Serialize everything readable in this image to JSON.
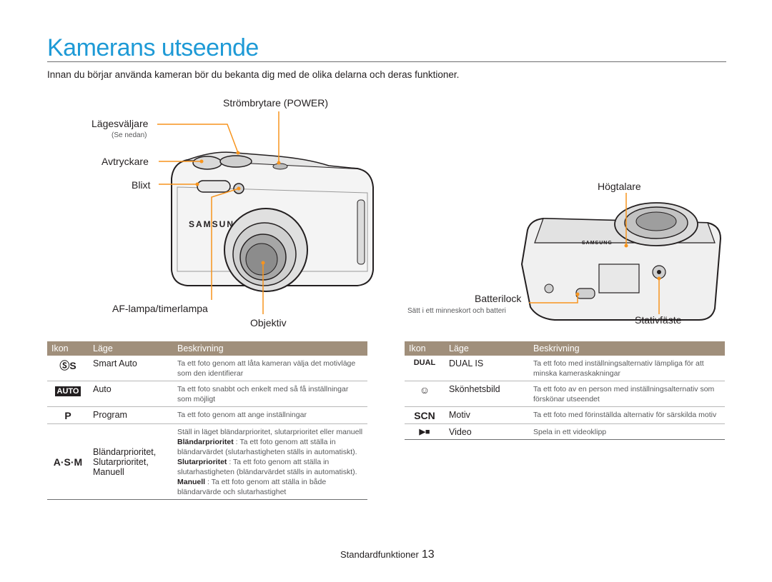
{
  "title": "Kamerans utseende",
  "intro": "Innan du börjar använda kameran bör du bekanta dig med de olika delarna och deras funktioner.",
  "front_labels": {
    "power": "Strömbrytare (POWER)",
    "mode_dial": "Lägesväljare",
    "mode_dial_note": "(Se nedan)",
    "shutter": "Avtryckare",
    "flash": "Blixt",
    "af_lamp": "AF-lampa/timerlampa",
    "lens": "Objektiv",
    "brand": "SAMSUNG"
  },
  "back_labels": {
    "speaker": "Högtalare",
    "battery_lock": "Batterilock",
    "battery_note": "Sätt i ett minneskort och batteri",
    "tripod": "Stativfäste"
  },
  "table_headers": {
    "icon": "Ikon",
    "mode": "Läge",
    "desc": "Beskrivning"
  },
  "left_table": [
    {
      "icon": "ⓈS",
      "mode": "Smart Auto",
      "desc": "Ta ett foto genom att låta kameran välja det motivläge som den identifierar"
    },
    {
      "icon": "AUTO",
      "mode": "Auto",
      "desc": "Ta ett foto snabbt och enkelt med så få inställningar som möjligt"
    },
    {
      "icon": "P",
      "mode": "Program",
      "desc": "Ta ett foto genom att ange inställningar"
    },
    {
      "icon": "A·S·M",
      "mode": "Bländarprioritet, Slutarprioritet, Manuell",
      "desc_intro": "Ställ in läget bländarprioritet, slutarprioritet eller manuell",
      "aperture_label": "Bländarprioritet",
      "aperture_text": " : Ta ett foto genom att ställa in bländarvärdet (slutarhastigheten ställs in automatiskt).",
      "shutter_label": "Slutarprioritet",
      "shutter_text": " : Ta ett foto genom att ställa in slutarhastigheten (bländarvärdet ställs in automatiskt).",
      "manual_label": "Manuell",
      "manual_text": " : Ta ett foto genom att ställa in både bländarvärde och slutarhastighet"
    }
  ],
  "right_table": [
    {
      "icon": "DUAL",
      "mode": "DUAL IS",
      "desc": "Ta ett foto med inställningsalternativ lämpliga för att minska kameraskakningar"
    },
    {
      "icon": "☺",
      "mode": "Skönhetsbild",
      "desc": "Ta ett foto av en person med inställningsalternativ som förskönar utseendet"
    },
    {
      "icon": "SCN",
      "mode": "Motiv",
      "desc": "Ta ett foto med förinställda alternativ för särskilda motiv"
    },
    {
      "icon": "▶■",
      "mode": "Video",
      "desc": "Spela in ett videoklipp"
    }
  ],
  "footer": {
    "section": "Standardfunktioner",
    "page": "13"
  },
  "colors": {
    "title": "#1e9ad6",
    "header_bg": "#a08f7b",
    "callout": "#f7941d"
  }
}
